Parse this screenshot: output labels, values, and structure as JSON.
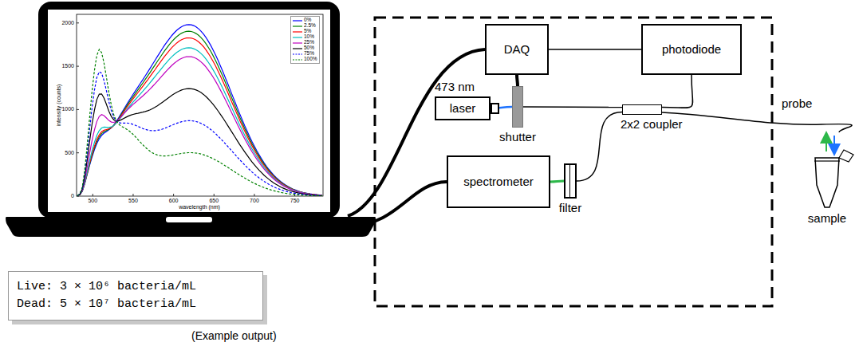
{
  "diagram": {
    "nodes": [
      {
        "text": [
          "DAQ"
        ]
      },
      {
        "text": [
          "photodiode"
        ]
      },
      {
        "text": [
          "473 nm",
          "laser"
        ]
      },
      {
        "text": [
          "shutter"
        ]
      },
      {
        "text": [
          "2x2 coupler"
        ]
      },
      {
        "text": [
          "spectrometer"
        ]
      },
      {
        "text": [
          "filter"
        ]
      },
      {
        "text": [
          "Live: 3 × 10⁶ bacteria/mL",
          "Dead: 5 × 10⁷ bacteria/mL"
        ]
      }
    ],
    "edges": [
      {
        "from": 0,
        "to": 1,
        "arrow": "none"
      },
      {
        "from": 0,
        "to": 3,
        "arrow": "none"
      },
      {
        "from": 2,
        "to": 3,
        "arrow": "none"
      },
      {
        "from": 3,
        "to": 4,
        "arrow": "none"
      },
      {
        "from": 4,
        "to": 1,
        "arrow": "none"
      },
      {
        "from": 4,
        "to": 6,
        "arrow": "none"
      },
      {
        "from": 6,
        "to": 5,
        "arrow": "none"
      }
    ],
    "labels": [
      "0",
      "500",
      "1000",
      "1500",
      "2000",
      "500",
      "550",
      "600",
      "650",
      "700",
      "750",
      "wavelength (nm)",
      "intensity (counts)",
      "probe",
      "sample",
      "(Example output)"
    ],
    "legend": [
      {
        "text": "0%"
      },
      {
        "text": "2.5%"
      },
      {
        "text": "5%"
      },
      {
        "text": "10%"
      },
      {
        "text": "25%"
      },
      {
        "text": "50%"
      },
      {
        "text": "75%"
      },
      {
        "text": "100%"
      }
    ]
  }
}
